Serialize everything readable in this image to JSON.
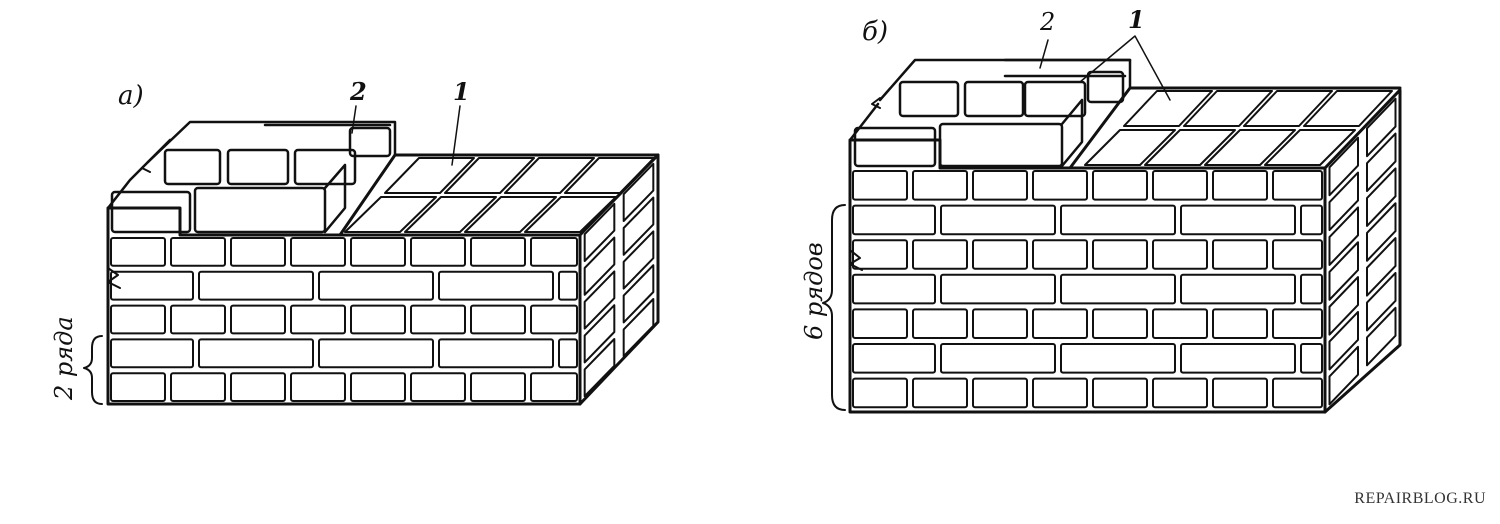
{
  "figure_a": {
    "panel_label": "а)",
    "callout_1": "1",
    "callout_2": "2",
    "rows_label": "2 ряда"
  },
  "figure_b": {
    "panel_label": "б)",
    "callout_1": "1",
    "callout_2": "2",
    "rows_label": "6 рядов"
  },
  "watermark": "REPAIRBLOG.RU"
}
